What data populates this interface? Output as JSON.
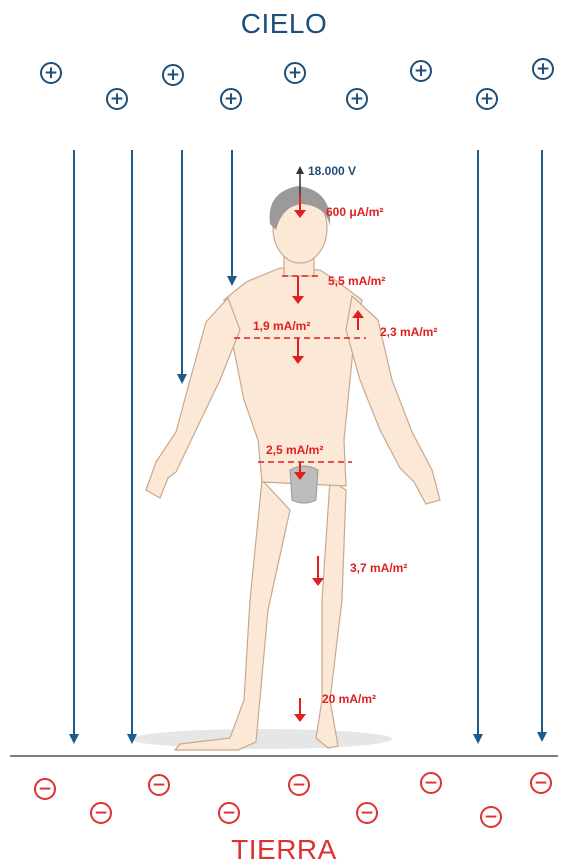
{
  "sky": {
    "title": "CIELO",
    "charge_symbol": "+"
  },
  "ground": {
    "title": "TIERRA",
    "charge_symbol": "−"
  },
  "colors": {
    "sky_blue": "#1f4e79",
    "field_line": "#1e5a8a",
    "current_red": "#e02020",
    "ground_red": "#e03030",
    "body_fill": "#fbe8d6",
    "body_stroke": "#c9a98e",
    "hair": "#9a9a9a"
  },
  "labels": {
    "head_voltage": "18.000 V",
    "head": "600 μA/m²",
    "neck": "5,5 mA/m²",
    "chest": "1,9 mA/m²",
    "shoulder": "2,3 mA/m²",
    "waist": "2,5 mA/m²",
    "thigh": "3,7 mA/m²",
    "ankle": "20 mA/m²"
  }
}
